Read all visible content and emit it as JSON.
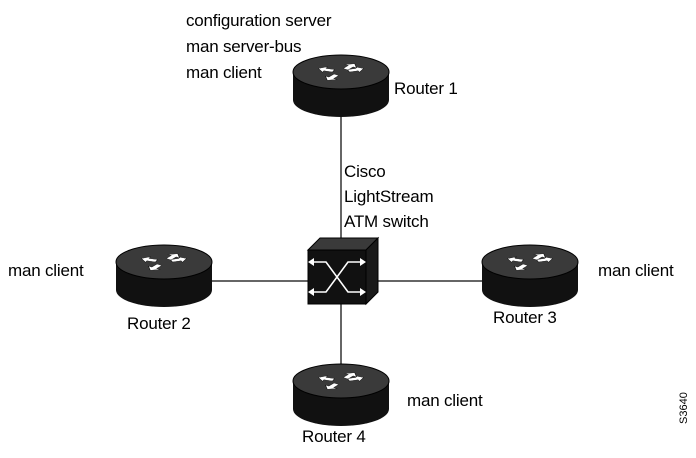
{
  "router1": {
    "name": "Router 1",
    "roles": [
      "configuration server",
      "man server-bus",
      "man client"
    ]
  },
  "switch": {
    "lines": [
      "Cisco",
      "LightStream",
      "ATM switch"
    ]
  },
  "router2": {
    "name": "Router 2",
    "role": "man client"
  },
  "router3": {
    "name": "Router 3",
    "role": "man client"
  },
  "router4": {
    "name": "Router 4",
    "role": "man client"
  },
  "figure_id": "S3640",
  "colors": {
    "device_dark": "#1a1a1a",
    "device_top": "#2b2b2b",
    "arrow": "#ffffff",
    "link": "#333333"
  }
}
